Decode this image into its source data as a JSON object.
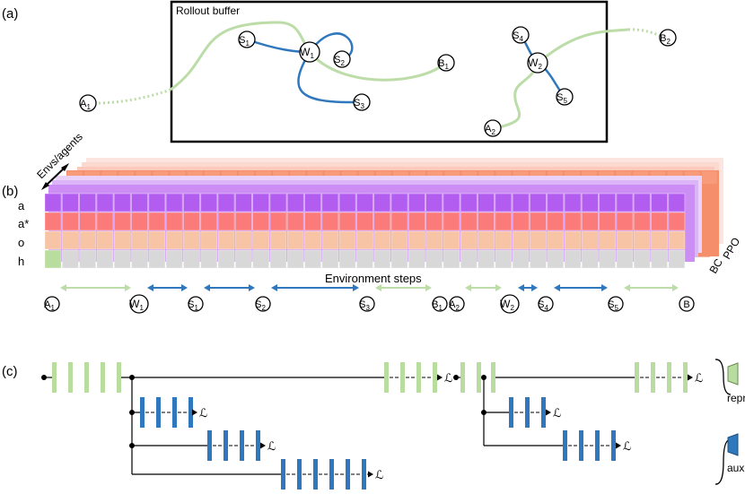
{
  "panels": {
    "a": "(a)",
    "b": "(b)",
    "c": "(c)"
  },
  "buffer_title": "Rollout buffer",
  "nodes": {
    "A1": {
      "letter": "A",
      "sub": "1"
    },
    "B1": {
      "letter": "B",
      "sub": "1"
    },
    "W1": {
      "letter": "W",
      "sub": "1"
    },
    "S1": {
      "letter": "S",
      "sub": "1"
    },
    "S2": {
      "letter": "S",
      "sub": "2"
    },
    "S3": {
      "letter": "S",
      "sub": "3"
    },
    "A2": {
      "letter": "A",
      "sub": "2"
    },
    "B2": {
      "letter": "B",
      "sub": "2"
    },
    "W2": {
      "letter": "W",
      "sub": "2"
    },
    "S4": {
      "letter": "S",
      "sub": "4"
    },
    "S5": {
      "letter": "S",
      "sub": "5"
    }
  },
  "row_labels": [
    "a",
    "a*",
    "o",
    "h"
  ],
  "envs_label": "Envs/agents",
  "stack_labels": [
    "BC",
    "PPO"
  ],
  "env_steps_label": "Environment steps",
  "timeline": [
    {
      "letter": "A",
      "sub": "1"
    },
    {
      "letter": "W",
      "sub": "1"
    },
    {
      "letter": "S",
      "sub": "1"
    },
    {
      "letter": "S",
      "sub": "2"
    },
    {
      "letter": "S",
      "sub": "3"
    },
    {
      "letter": "B",
      "sub": "1"
    },
    {
      "letter": "A",
      "sub": "2"
    },
    {
      "letter": "W",
      "sub": "2"
    },
    {
      "letter": "S",
      "sub": "4"
    },
    {
      "letter": "S",
      "sub": "5"
    },
    {
      "letter": "B",
      "sub": ""
    }
  ],
  "loss_symbol": "ℒ",
  "legend": {
    "repr_label": "repr",
    "aux_label": "aux"
  },
  "colors": {
    "green": "#b9dd9e",
    "green_line": "#bcdca8",
    "blue": "#2f78bd",
    "purple": "#b35cf0",
    "red": "#fb7b7b",
    "peach": "#f8c4a6",
    "gray": "#d8d8d8",
    "back_orange": "#f58f6b"
  }
}
